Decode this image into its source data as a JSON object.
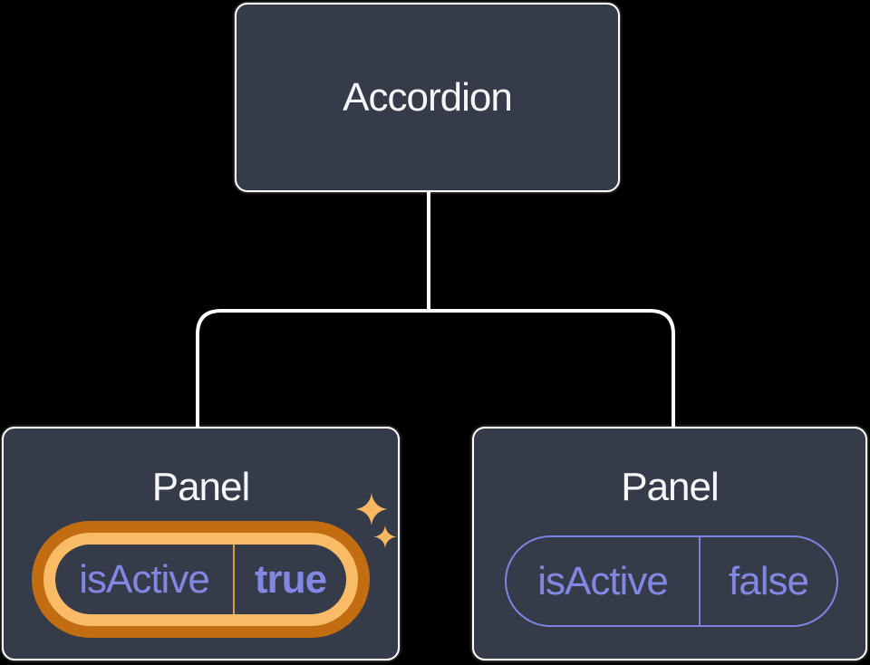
{
  "tree": {
    "root": {
      "label": "Accordion"
    },
    "children": [
      {
        "label": "Panel",
        "state": {
          "key": "isActive",
          "value": "true"
        },
        "highlighted": true
      },
      {
        "label": "Panel",
        "state": {
          "key": "isActive",
          "value": "false"
        },
        "highlighted": false
      }
    ]
  },
  "icons": {
    "sparkle_large": "four-point-star",
    "sparkle_small": "four-point-star"
  },
  "colors": {
    "background": "#000000",
    "node_fill": "#353b48",
    "node_border": "#ffffff",
    "heading_text": "#f5f6f8",
    "state_text": "#8287e3",
    "state_border": "#7d84e0",
    "highlight_gold": "#f9bb66",
    "highlight_orange": "#c26d12",
    "highlight_divider": "#e09a3a",
    "sparkle": "#f8b763",
    "connector": "#ffffff"
  }
}
